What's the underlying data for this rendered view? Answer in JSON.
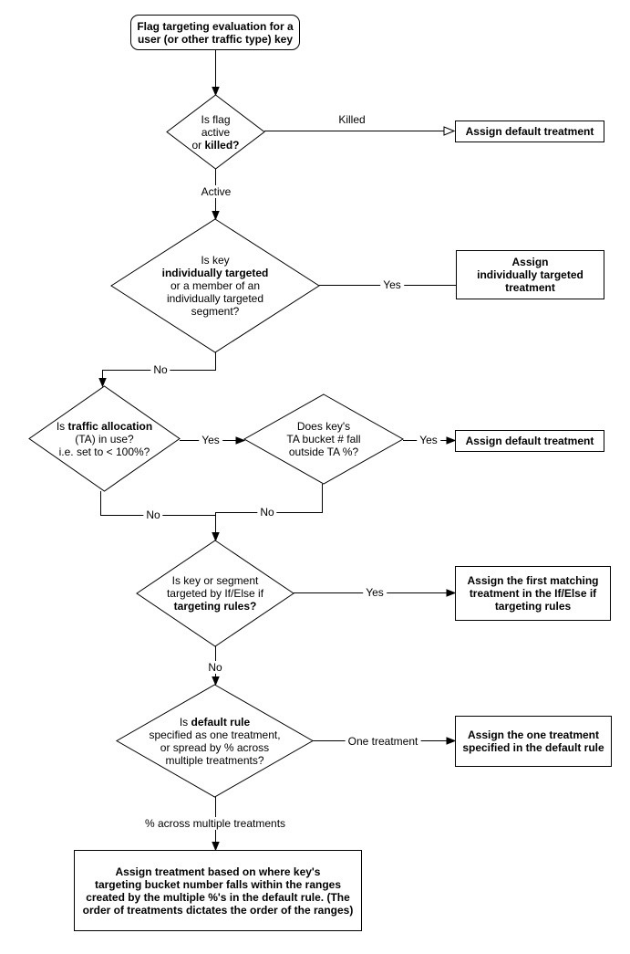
{
  "colors": {
    "background": "#ffffff",
    "node_fill": "#ffffff",
    "node_border": "#000000",
    "line": "#000000",
    "text": "#000000"
  },
  "nodes": {
    "start": {
      "type": "rounded-rect",
      "lines": [
        [
          {
            "t": "Flag targeting evaluation for a",
            "b": true
          }
        ],
        [
          {
            "t": "user (or other traffic type) key",
            "b": true
          }
        ]
      ]
    },
    "flag_active": {
      "type": "decision",
      "lines": [
        [
          {
            "t": "Is flag"
          }
        ],
        [
          {
            "t": "active"
          }
        ],
        [
          {
            "t": "or "
          },
          {
            "t": "killed?",
            "b": true
          }
        ]
      ]
    },
    "assign_default_1": {
      "type": "process",
      "lines": [
        [
          {
            "t": "Assign default treatment",
            "b": true
          }
        ]
      ]
    },
    "individually_targeted": {
      "type": "decision",
      "lines": [
        [
          {
            "t": "Is key"
          }
        ],
        [
          {
            "t": "individually targeted",
            "b": true
          }
        ],
        [
          {
            "t": "or a member of an"
          }
        ],
        [
          {
            "t": "individually targeted"
          }
        ],
        [
          {
            "t": "segment?"
          }
        ]
      ]
    },
    "assign_individually": {
      "type": "process",
      "lines": [
        [
          {
            "t": "Assign",
            "b": true
          }
        ],
        [
          {
            "t": "individually targeted",
            "b": true
          }
        ],
        [
          {
            "t": "treatment",
            "b": true
          }
        ]
      ]
    },
    "traffic_allocation": {
      "type": "decision",
      "lines": [
        [
          {
            "t": "Is "
          },
          {
            "t": "traffic allocation",
            "b": true
          }
        ],
        [
          {
            "t": "(TA) in use?"
          }
        ],
        [
          {
            "t": "i.e. set to < 100%?"
          }
        ]
      ]
    },
    "ta_bucket": {
      "type": "decision",
      "lines": [
        [
          {
            "t": "Does key's"
          }
        ],
        [
          {
            "t": "TA bucket # fall"
          }
        ],
        [
          {
            "t": "outside TA %?"
          }
        ]
      ]
    },
    "assign_default_2": {
      "type": "process",
      "lines": [
        [
          {
            "t": "Assign default treatment",
            "b": true
          }
        ]
      ]
    },
    "targeting_rules": {
      "type": "decision",
      "lines": [
        [
          {
            "t": "Is key or segment"
          }
        ],
        [
          {
            "t": "targeted by If/Else if"
          }
        ],
        [
          {
            "t": "targeting rules?",
            "b": true
          }
        ]
      ]
    },
    "assign_first_matching": {
      "type": "process",
      "lines": [
        [
          {
            "t": "Assign the first matching",
            "b": true
          }
        ],
        [
          {
            "t": "treatment in the If/Else if",
            "b": true
          }
        ],
        [
          {
            "t": "targeting rules",
            "b": true
          }
        ]
      ]
    },
    "default_rule": {
      "type": "decision",
      "lines": [
        [
          {
            "t": "Is "
          },
          {
            "t": "default rule",
            "b": true
          }
        ],
        [
          {
            "t": "specified as one treatment,"
          }
        ],
        [
          {
            "t": "or spread by % across"
          }
        ],
        [
          {
            "t": "multiple treatments?"
          }
        ]
      ]
    },
    "assign_one_treatment": {
      "type": "process",
      "lines": [
        [
          {
            "t": "Assign the one treatment",
            "b": true
          }
        ],
        [
          {
            "t": "specified in the default rule",
            "b": true
          }
        ]
      ]
    },
    "assign_by_ranges": {
      "type": "process",
      "lines": [
        [
          {
            "t": "Assign treatment based on where key's",
            "b": true
          }
        ],
        [
          {
            "t": "targeting bucket number falls within the ranges",
            "b": true
          }
        ],
        [
          {
            "t": "created by the multiple %'s in the default rule. (The",
            "b": true
          }
        ],
        [
          {
            "t": "order of treatments dictates the order of the ranges)",
            "b": true
          }
        ]
      ]
    }
  },
  "edge_labels": {
    "killed": "Killed",
    "active": "Active",
    "yes_individually": "Yes",
    "no_individually": "No",
    "yes_ta": "Yes",
    "yes_outside_ta": "Yes",
    "no_ta": "No",
    "no_outside_ta": "No",
    "yes_rules": "Yes",
    "no_rules": "No",
    "one_treatment": "One treatment",
    "pct_across": "% across multiple treatments"
  }
}
